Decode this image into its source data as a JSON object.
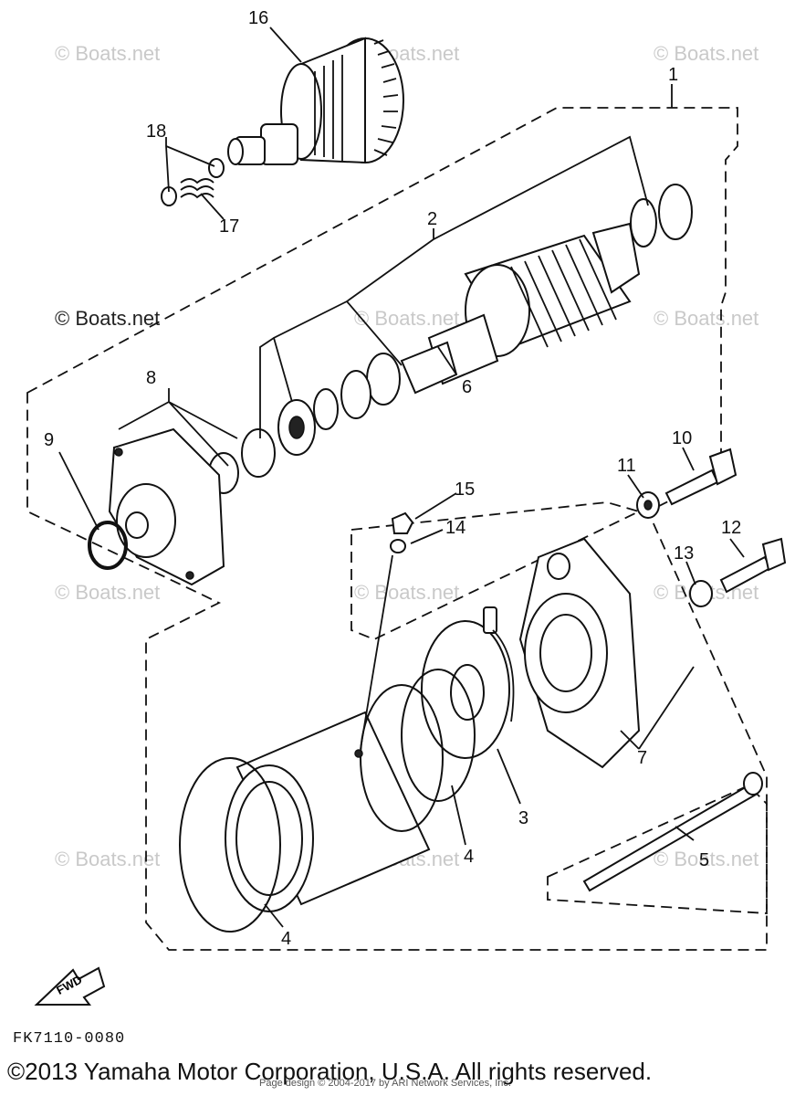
{
  "watermark": "© Boats.net",
  "fwd_label": "FWD",
  "diagram_code": "FK7110-0080",
  "copyright": "©2013 Yamaha Motor Corporation, U.S.A. All rights reserved.",
  "page_design": "Page design © 2004-2017 by ARI Network Services, Inc.",
  "callouts": {
    "c1": "1",
    "c2": "2",
    "c3": "3",
    "c4a": "4",
    "c4b": "4",
    "c5": "5",
    "c6": "6",
    "c7": "7",
    "c8": "8",
    "c9": "9",
    "c10": "10",
    "c11": "11",
    "c12": "12",
    "c13": "13",
    "c14": "14",
    "c15": "15",
    "c16": "16",
    "c17": "17",
    "c18": "18"
  }
}
